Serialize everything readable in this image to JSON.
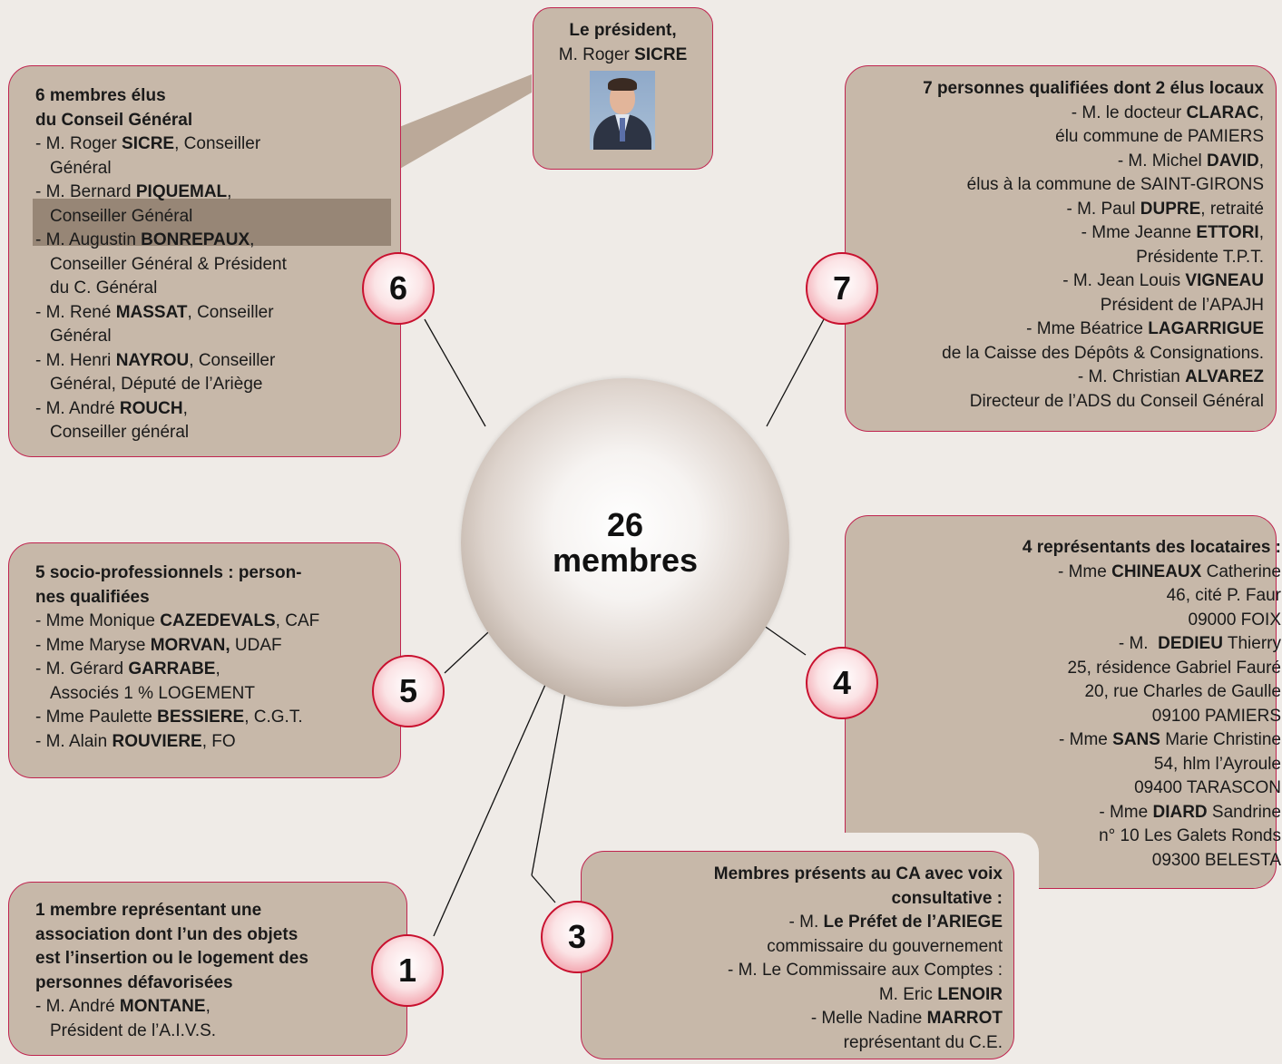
{
  "hub": {
    "count": "26",
    "label": "membres"
  },
  "president": {
    "title": "Le président,",
    "name_prefix": "M. Roger ",
    "name_bold": "SICRE"
  },
  "group6": {
    "number": "6",
    "title_line1": "6 membres élus",
    "title_line2": "du Conseil Général",
    "members": [
      {
        "a": "- M. Roger ",
        "b": "SICRE",
        "c": ", Conseiller",
        "d": "Général"
      },
      {
        "a": "- M. Bernard ",
        "b": "PIQUEMAL",
        "c": ",",
        "d": "Conseiller Général"
      },
      {
        "a": "- M. Augustin ",
        "b": "BONREPAUX",
        "c": ",",
        "d": "Conseiller Général & Président",
        "e": "du C. Général"
      },
      {
        "a": "- M. René ",
        "b": "MASSAT",
        "c": ", Conseiller",
        "d": "Général"
      },
      {
        "a": "- M. Henri ",
        "b": "NAYROU",
        "c": ", Conseiller",
        "d": "Général, Député de l’Ariège"
      },
      {
        "a": "- M. André ",
        "b": "ROUCH",
        "c": ",",
        "d": "Conseiller général"
      }
    ]
  },
  "group7": {
    "number": "7",
    "title": "7 personnes qualifiées dont 2 élus locaux",
    "lines": [
      {
        "a": "- M. le docteur ",
        "b": "CLARAC",
        "c": ","
      },
      {
        "a": "élu commune de PAMIERS"
      },
      {
        "a": "- M. Michel ",
        "b": "DAVID",
        "c": ","
      },
      {
        "a": "élus à la commune de SAINT-GIRONS"
      },
      {
        "a": "- M. Paul ",
        "b": "DUPRE",
        "c": ", retraité"
      },
      {
        "a": "- Mme Jeanne ",
        "b": "ETTORI",
        "c": ","
      },
      {
        "a": "Présidente T.P.T."
      },
      {
        "a": "- M. Jean Louis ",
        "b": "VIGNEAU"
      },
      {
        "a": "Président de l’APAJH"
      },
      {
        "a": "- Mme Béatrice ",
        "b": "LAGARRIGUE"
      },
      {
        "a": "de la Caisse des Dépôts & Consignations."
      },
      {
        "a": "- M. Christian ",
        "b": "ALVAREZ"
      },
      {
        "a": "Directeur de l’ADS du Conseil Général"
      }
    ]
  },
  "group5": {
    "number": "5",
    "title_line1": "5 socio-professionnels : person-",
    "title_line2": "nes qualifiées",
    "members": [
      {
        "a": "- Mme Monique ",
        "b": "CAZEDEVALS",
        "c": ", CAF"
      },
      {
        "a": "- Mme Maryse ",
        "b": "MORVAN,",
        "c": " UDAF"
      },
      {
        "a": "- M. Gérard ",
        "b": "GARRABE",
        "c": ",",
        "d": "Associés 1 % LOGEMENT"
      },
      {
        "a": "- Mme Paulette ",
        "b": "BESSIERE",
        "c": ", C.G.T."
      },
      {
        "a": "- M. Alain ",
        "b": "ROUVIERE",
        "c": ", FO"
      }
    ]
  },
  "group4": {
    "number": "4",
    "title": "4 représentants des locataires :",
    "lines": [
      {
        "a": "- Mme ",
        "b": "CHINEAUX",
        "c": " Catherine"
      },
      {
        "a": "46, cité P. Faur"
      },
      {
        "a": "09000 FOIX"
      },
      {
        "a": "- M.  ",
        "b": "DEDIEU",
        "c": " Thierry"
      },
      {
        "a": "25, résidence Gabriel Fauré"
      },
      {
        "a": "20, rue Charles de Gaulle"
      },
      {
        "a": "09100 PAMIERS"
      },
      {
        "a": "- Mme ",
        "b": "SANS",
        "c": " Marie Christine"
      },
      {
        "a": "54, hlm l’Ayroule"
      },
      {
        "a": "09400 TARASCON"
      },
      {
        "a": "- Mme ",
        "b": "DIARD",
        "c": " Sandrine"
      },
      {
        "a": "n° 10 Les Galets Ronds"
      },
      {
        "a": "09300 BELESTA"
      }
    ]
  },
  "group1": {
    "number": "1",
    "title_lines": [
      "1 membre représentant une",
      "association dont l’un des objets",
      "est l’insertion ou le logement des",
      "personnes défavorisées"
    ],
    "member": {
      "a": "- M. André ",
      "b": "MONTANE",
      "c": ",",
      "d": "Président de l’A.I.V.S."
    }
  },
  "group3": {
    "number": "3",
    "title_line1": "Membres présents au CA avec voix",
    "title_line2": "consultative :",
    "lines": [
      {
        "a": "- M. ",
        "b": "Le Préfet de l’ARIEGE"
      },
      {
        "a": "commissaire du gouvernement"
      },
      {
        "a": "- M. Le Commissaire aux Comptes :"
      },
      {
        "a": "M. Eric ",
        "b": "LENOIR"
      },
      {
        "a": "- Melle Nadine ",
        "b": "MARROT"
      },
      {
        "a": "représentant du C.E."
      }
    ]
  }
}
